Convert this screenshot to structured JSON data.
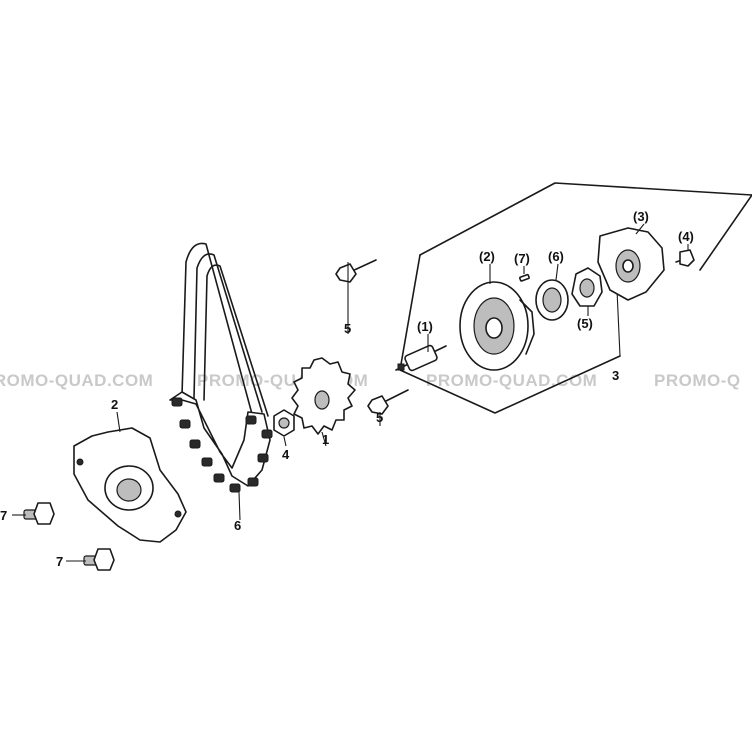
{
  "watermark": "PROMO-QUAD.COM",
  "watermark_partial": "PROMO-Q",
  "callouts": {
    "sprocket": "1",
    "cover": "2",
    "pump_assembly": "3",
    "nut": "4",
    "bolt_upper": "5",
    "bolt_lower": "5",
    "chain": "6",
    "screw_upper": "7",
    "screw_lower": "7",
    "sub_shaft": "(1)",
    "sub_body": "(2)",
    "sub_cover": "(3)",
    "sub_screw": "(4)",
    "sub_outer_rotor": "(5)",
    "sub_inner_rotor": "(6)",
    "sub_pin": "(7)"
  },
  "colors": {
    "ink": "#1a1a1a",
    "watermark": "#c9c9c9",
    "background": "#ffffff"
  }
}
